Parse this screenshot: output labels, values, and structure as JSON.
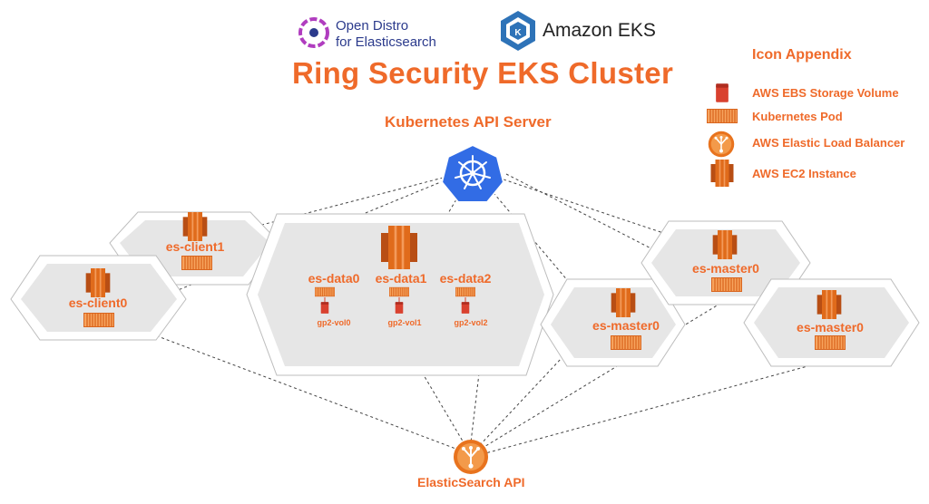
{
  "title": "Ring Security EKS Cluster",
  "logos": {
    "open_distro_line1": "Open Distro",
    "open_distro_line2": "for Elasticsearch",
    "amazon_eks": "Amazon EKS"
  },
  "kubernetes_api_label": "Kubernetes API Server",
  "elasticsearch_api_label": "ElasticSearch API",
  "nodes": {
    "client0": "es-client0",
    "client1": "es-client1",
    "data0": "es-data0",
    "data1": "es-data1",
    "data2": "es-data2",
    "master_left": "es-master0",
    "master_top": "es-master0",
    "master_right": "es-master0"
  },
  "volumes": {
    "vol0": "gp2-vol0",
    "vol1": "gp2-vol1",
    "vol2": "gp2-vol2"
  },
  "appendix": {
    "title": "Icon Appendix",
    "items": [
      {
        "label": "AWS EBS Storage Volume",
        "icon": "ebs-volume-icon"
      },
      {
        "label": "Kubernetes Pod",
        "icon": "kubernetes-pod-icon"
      },
      {
        "label": "AWS Elastic Load Balancer",
        "icon": "load-balancer-icon"
      },
      {
        "label": "AWS EC2 Instance",
        "icon": "ec2-instance-icon"
      }
    ]
  },
  "colors": {
    "accent": "#ef6a2a",
    "ec2": "#e06b1b",
    "ebs": "#d9412f",
    "k8s_blue": "#326ce5",
    "panel": "#e6e6e6"
  }
}
